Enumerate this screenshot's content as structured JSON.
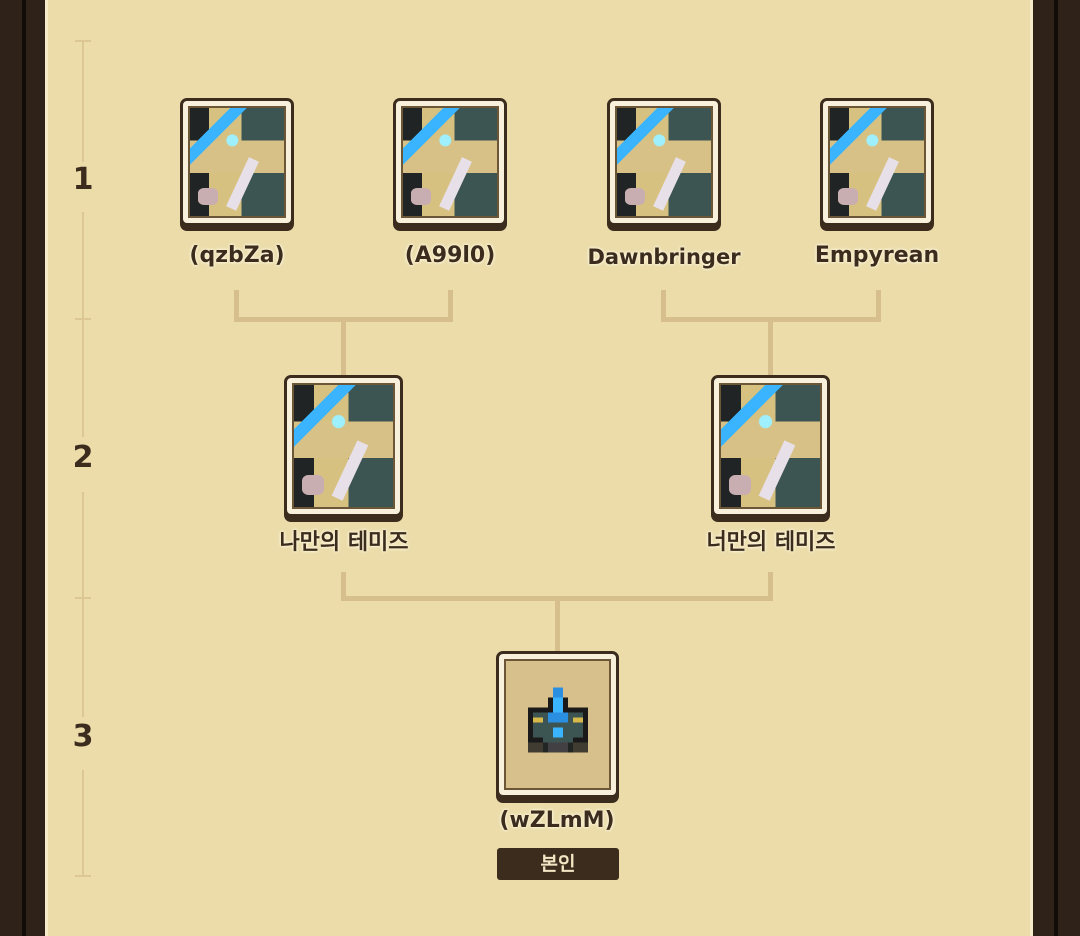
{
  "levels": [
    "1",
    "2",
    "3"
  ],
  "tree": {
    "level1": [
      {
        "name": "(qzbZa)"
      },
      {
        "name": "(A99l0)"
      },
      {
        "name": "Dawnbringer"
      },
      {
        "name": "Empyrean"
      }
    ],
    "level2": [
      {
        "name": "나만의 테미즈"
      },
      {
        "name": "너만의 테미즈"
      }
    ],
    "level3": {
      "name": "(wZLmM)",
      "badge": "본인"
    }
  },
  "colors": {
    "panel": "#ebdcaa",
    "frame": "#2e2219",
    "connector": "#d6bf8c",
    "text": "#3b2c1d"
  }
}
